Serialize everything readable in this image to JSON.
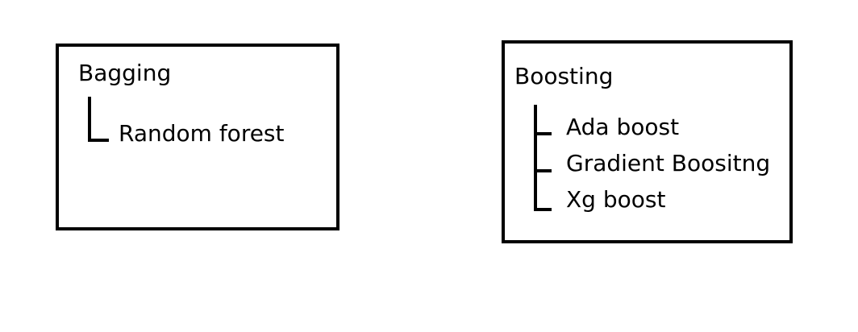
{
  "groups": {
    "bagging": {
      "title": "Bagging",
      "items": [
        "Random forest"
      ]
    },
    "boosting": {
      "title": "Boosting",
      "items": [
        "Ada boost",
        "Gradient Boositng",
        "Xg boost"
      ]
    }
  },
  "colors": {
    "line": "#000000",
    "background": "#ffffff"
  }
}
